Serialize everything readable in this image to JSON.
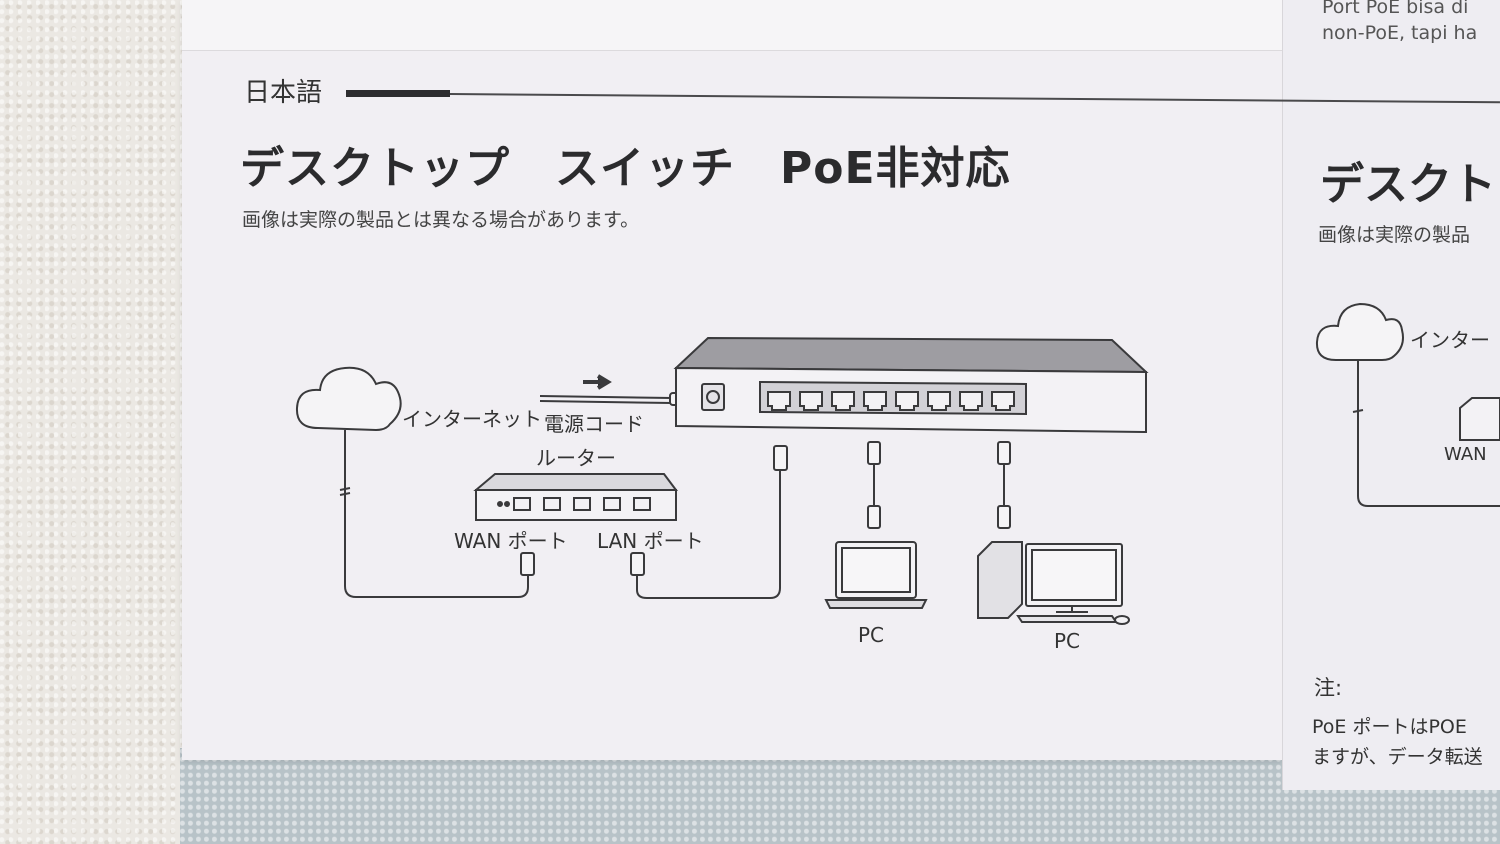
{
  "language_label": "日本語",
  "title": "デスクトップ　スイッチ　PoE非対応",
  "subtitle": "画像は実際の製品とは異なる場合があります。",
  "diagram": {
    "internet": "インターネット",
    "power_cord": "電源コード",
    "router": "ルーター",
    "wan_port": "WAN ポート",
    "lan_port": "LAN ポート",
    "pc_laptop": "PC",
    "pc_desktop": "PC"
  },
  "next_panel": {
    "top_lines": [
      "Port PoE bisa di",
      "non-PoE, tapi ha"
    ],
    "title": "デスクト",
    "subtitle": "画像は実際の製品",
    "internet": "インター",
    "wan_port": "WAN",
    "note_head": "注:",
    "note_lines": [
      "PoE ポートはPOE",
      "ますが、データ転送"
    ]
  }
}
